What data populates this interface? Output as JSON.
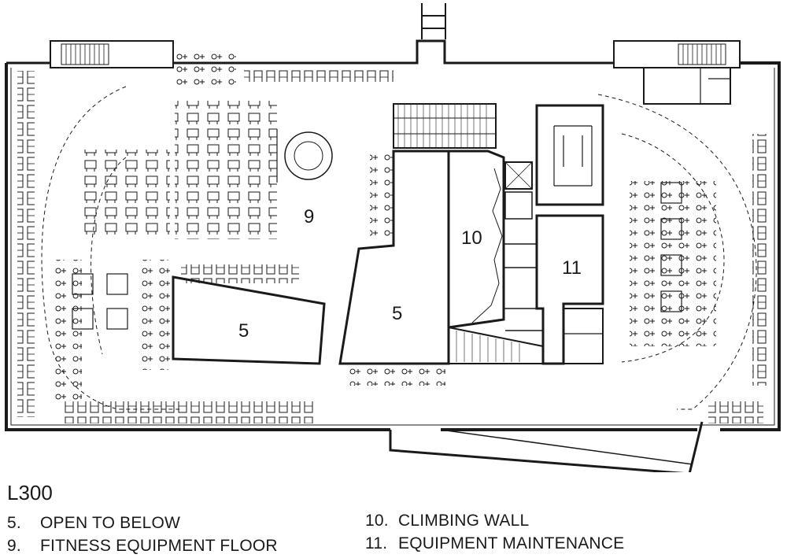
{
  "plan": {
    "level": "L300",
    "room_labels": {
      "open_left": "5",
      "open_right": "5",
      "fitness": "9",
      "climbing": "10",
      "maintenance": "11"
    }
  },
  "legend": [
    {
      "num": "5.",
      "text": "OPEN TO BELOW"
    },
    {
      "num": "9.",
      "text": "FITNESS EQUIPMENT FLOOR"
    },
    {
      "num": "10.",
      "text": "CLIMBING WALL"
    },
    {
      "num": "11.",
      "text": "EQUIPMENT MAINTENANCE"
    }
  ]
}
